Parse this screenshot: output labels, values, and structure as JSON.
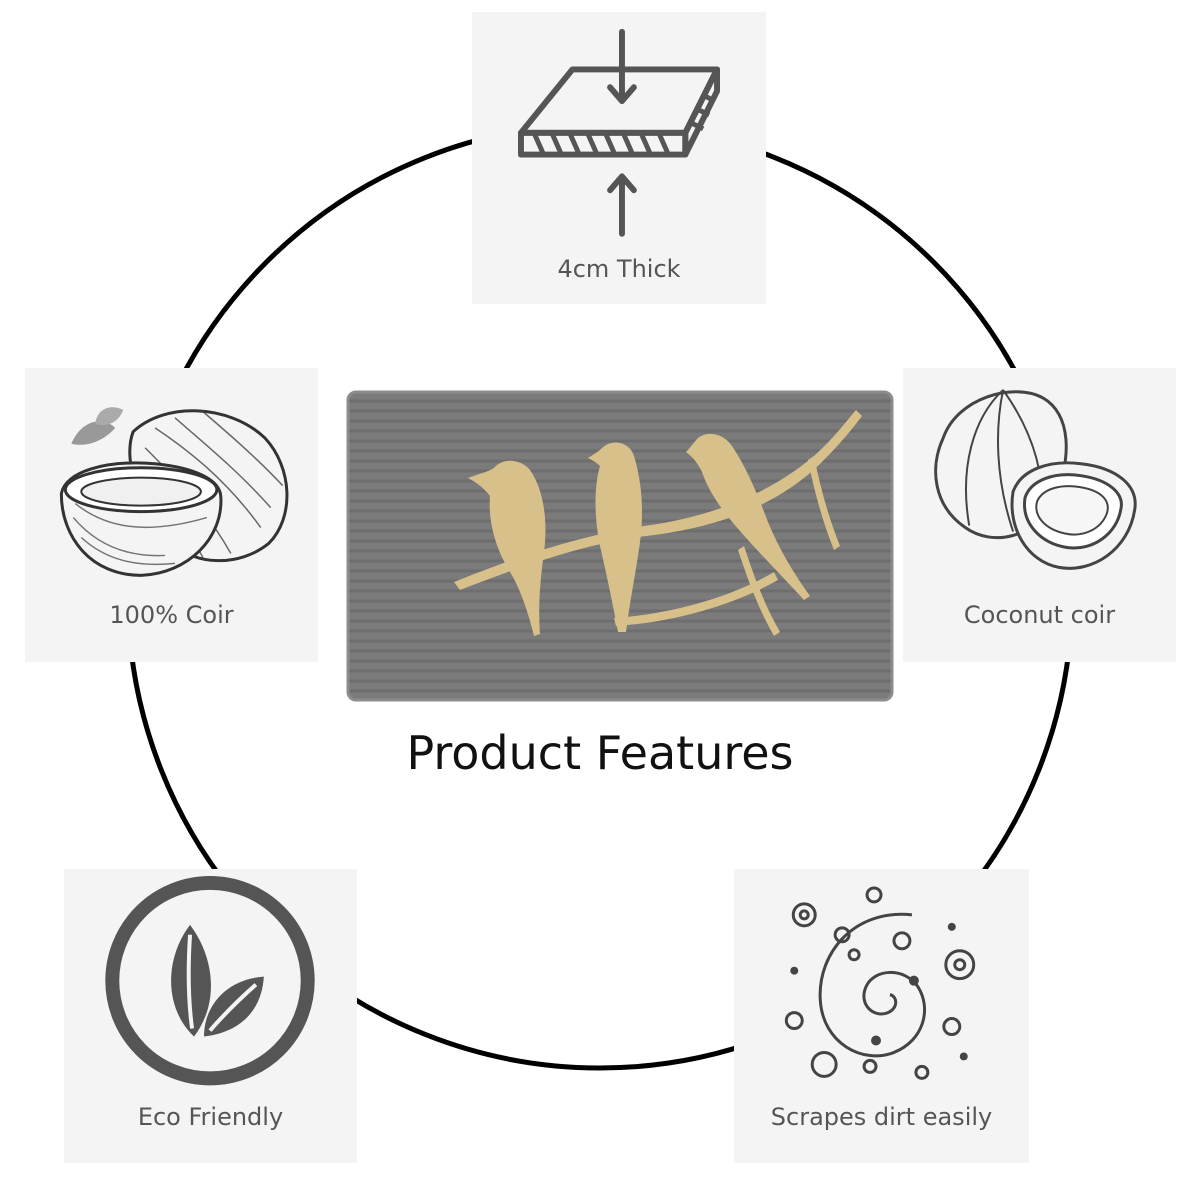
{
  "title": "Product Features",
  "features": {
    "thick": {
      "label": "4cm Thick",
      "icon": "compressed-slab-icon"
    },
    "coir": {
      "label": "100% Coir",
      "icon": "sketched-coconut-icon"
    },
    "coconut": {
      "label": "Coconut coir",
      "icon": "coconut-outline-icon"
    },
    "eco": {
      "label": "Eco Friendly",
      "icon": "leaf-circle-icon"
    },
    "scrape": {
      "label": "Scrapes dirt easily",
      "icon": "swirl-dots-icon"
    }
  },
  "colors": {
    "card_bg": "#f4f4f4",
    "icon_gray": "#555555",
    "mat_gray": "#7a7a7a",
    "bird_gold": "#d8c08a",
    "ring": "#000000"
  }
}
